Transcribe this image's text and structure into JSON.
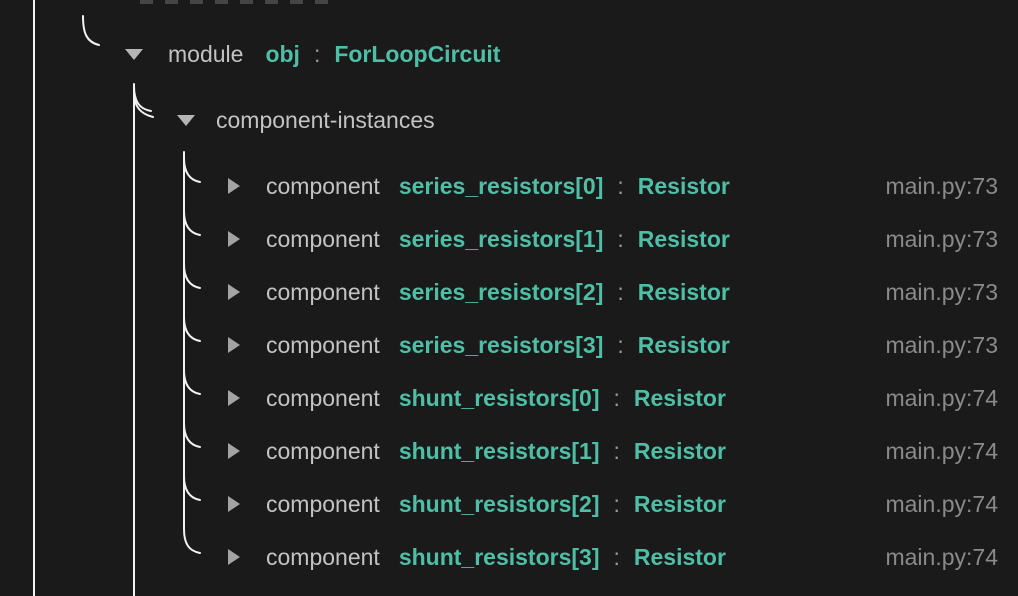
{
  "colors": {
    "bg": "#1a1a1a",
    "teal": "#4ebfa6",
    "kind_grey": "#c3c3c3",
    "loc_grey": "#8a8a8a",
    "line_white": "#f2f2f2",
    "caret_down_grey": "#b5b5b5",
    "caret_right_grey": "#a3a3a3"
  },
  "icons": {
    "expanded": "caret-down",
    "collapsed": "caret-right"
  },
  "tree": {
    "module_row": {
      "kind": "module",
      "name": "obj",
      "separator": ":",
      "type": "ForLoopCircuit"
    },
    "group_row": {
      "label": "component-instances"
    },
    "component_rows": [
      {
        "kind": "component",
        "name": "series_resistors[0]",
        "separator": ":",
        "type": "Resistor",
        "location": "main.py:73"
      },
      {
        "kind": "component",
        "name": "series_resistors[1]",
        "separator": ":",
        "type": "Resistor",
        "location": "main.py:73"
      },
      {
        "kind": "component",
        "name": "series_resistors[2]",
        "separator": ":",
        "type": "Resistor",
        "location": "main.py:73"
      },
      {
        "kind": "component",
        "name": "series_resistors[3]",
        "separator": ":",
        "type": "Resistor",
        "location": "main.py:73"
      },
      {
        "kind": "component",
        "name": "shunt_resistors[0]",
        "separator": ":",
        "type": "Resistor",
        "location": "main.py:74"
      },
      {
        "kind": "component",
        "name": "shunt_resistors[1]",
        "separator": ":",
        "type": "Resistor",
        "location": "main.py:74"
      },
      {
        "kind": "component",
        "name": "shunt_resistors[2]",
        "separator": ":",
        "type": "Resistor",
        "location": "main.py:74"
      },
      {
        "kind": "component",
        "name": "shunt_resistors[3]",
        "separator": ":",
        "type": "Resistor",
        "location": "main.py:74"
      }
    ]
  }
}
